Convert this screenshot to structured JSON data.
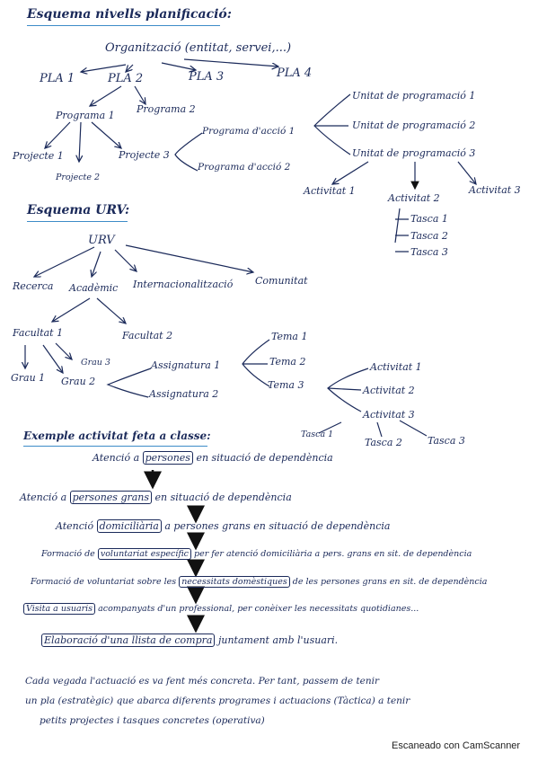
{
  "headings": {
    "h1": "Esquema nivells planificació:",
    "h2": "Esquema URV:",
    "h3": "Exemple activitat feta a classe:"
  },
  "plan": {
    "org": "Organització (entitat, servei,...)",
    "pla1": "PLA 1",
    "pla2": "PLA 2",
    "pla3": "PLA 3",
    "pla4": "PLA 4",
    "prog1": "Programa 1",
    "prog2": "Programa 2",
    "proj1": "Projecte 1",
    "proj2": "Projecte 2",
    "proj3": "Projecte 3",
    "pa1": "Programa d'acció 1",
    "pa2": "Programa d'acció 2",
    "up1": "Unitat de programació 1",
    "up2": "Unitat de programació 2",
    "up3": "Unitat de programació 3",
    "act1": "Activitat 1",
    "act2": "Activitat 2",
    "act3": "Activitat 3",
    "tasca1": "Tasca 1",
    "tasca2": "Tasca 2",
    "tasca3": "Tasca 3"
  },
  "urv": {
    "root": "URV",
    "recerca": "Recerca",
    "academic": "Acadèmic",
    "intern": "Internacionalització",
    "comunitat": "Comunitat",
    "fac1": "Facultat 1",
    "fac2": "Facultat 2",
    "grau1": "Grau 1",
    "grau2": "Grau 2",
    "grau3": "Grau 3",
    "assig1": "Assignatura 1",
    "assig2": "Assignatura 2",
    "tema1": "Tema 1",
    "tema2": "Tema 2",
    "tema3": "Tema 3",
    "act1": "Activitat 1",
    "act2": "Activitat 2",
    "act3": "Activitat 3",
    "tasca1": "Tasca 1",
    "tasca2": "Tasca 2",
    "tasca3": "Tasca 3"
  },
  "exemple": {
    "l1a": "Atenció a",
    "l1b": "persones",
    "l1c": "en situació de dependència",
    "l2a": "Atenció a",
    "l2b": "persones grans",
    "l2c": "en situació de dependència",
    "l3a": "Atenció",
    "l3b": "domiciliària",
    "l3c": "a persones grans en situació de dependència",
    "l4a": "Formació de",
    "l4b": "voluntariat específic",
    "l4c": "per fer atenció domiciliària a pers. grans en sit. de dependència",
    "l5a": "Formació de voluntariat sobre les",
    "l5b": "necessitats domèstiques",
    "l5c": "de les persones grans en sit. de dependència",
    "l6a": "Visita a usuaris",
    "l6b": "acompanyats d'un professional, per conèixer les necessitats quotidianes...",
    "l7a": "Elaboració d'una llista de compra",
    "l7b": "juntament amb l'usuari."
  },
  "conclusion": [
    "Cada vegada l'actuació es va fent més concreta. Per tant, passem de tenir",
    "un pla (estratègic) que abarca diferents programes i actuacions (Tàctica) a tenir",
    "petits projectes i tasques concretes (operativa)"
  ],
  "watermark": "Escaneado con CamScanner",
  "ink_color": "#1b2a5a",
  "underline_color": "#3d8cc8"
}
